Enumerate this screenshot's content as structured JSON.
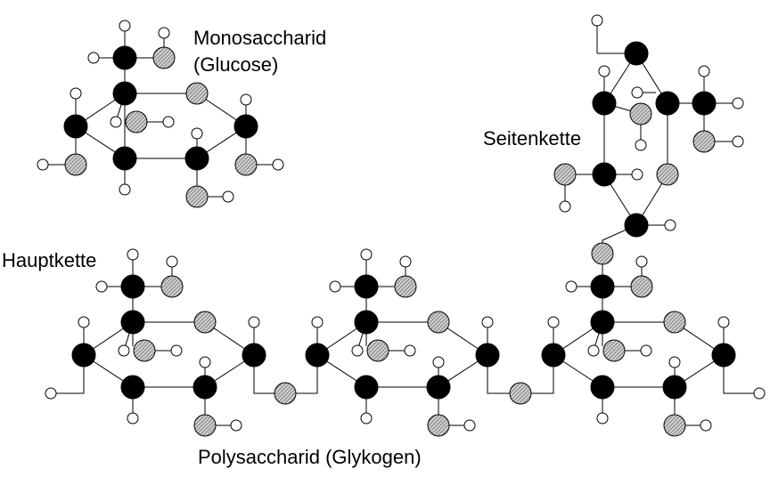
{
  "labels": {
    "monosaccharide": "Monosaccharid",
    "glucose": "(Glucose)",
    "side_chain": "Seitenkette",
    "main_chain": "Hauptkette",
    "polysaccharide": "Polysaccharid (Glykogen)"
  },
  "colors": {
    "carbon": "#000000",
    "oxygen_hatch": "#888888",
    "hydrogen": "#ffffff",
    "bond": "#000000"
  }
}
